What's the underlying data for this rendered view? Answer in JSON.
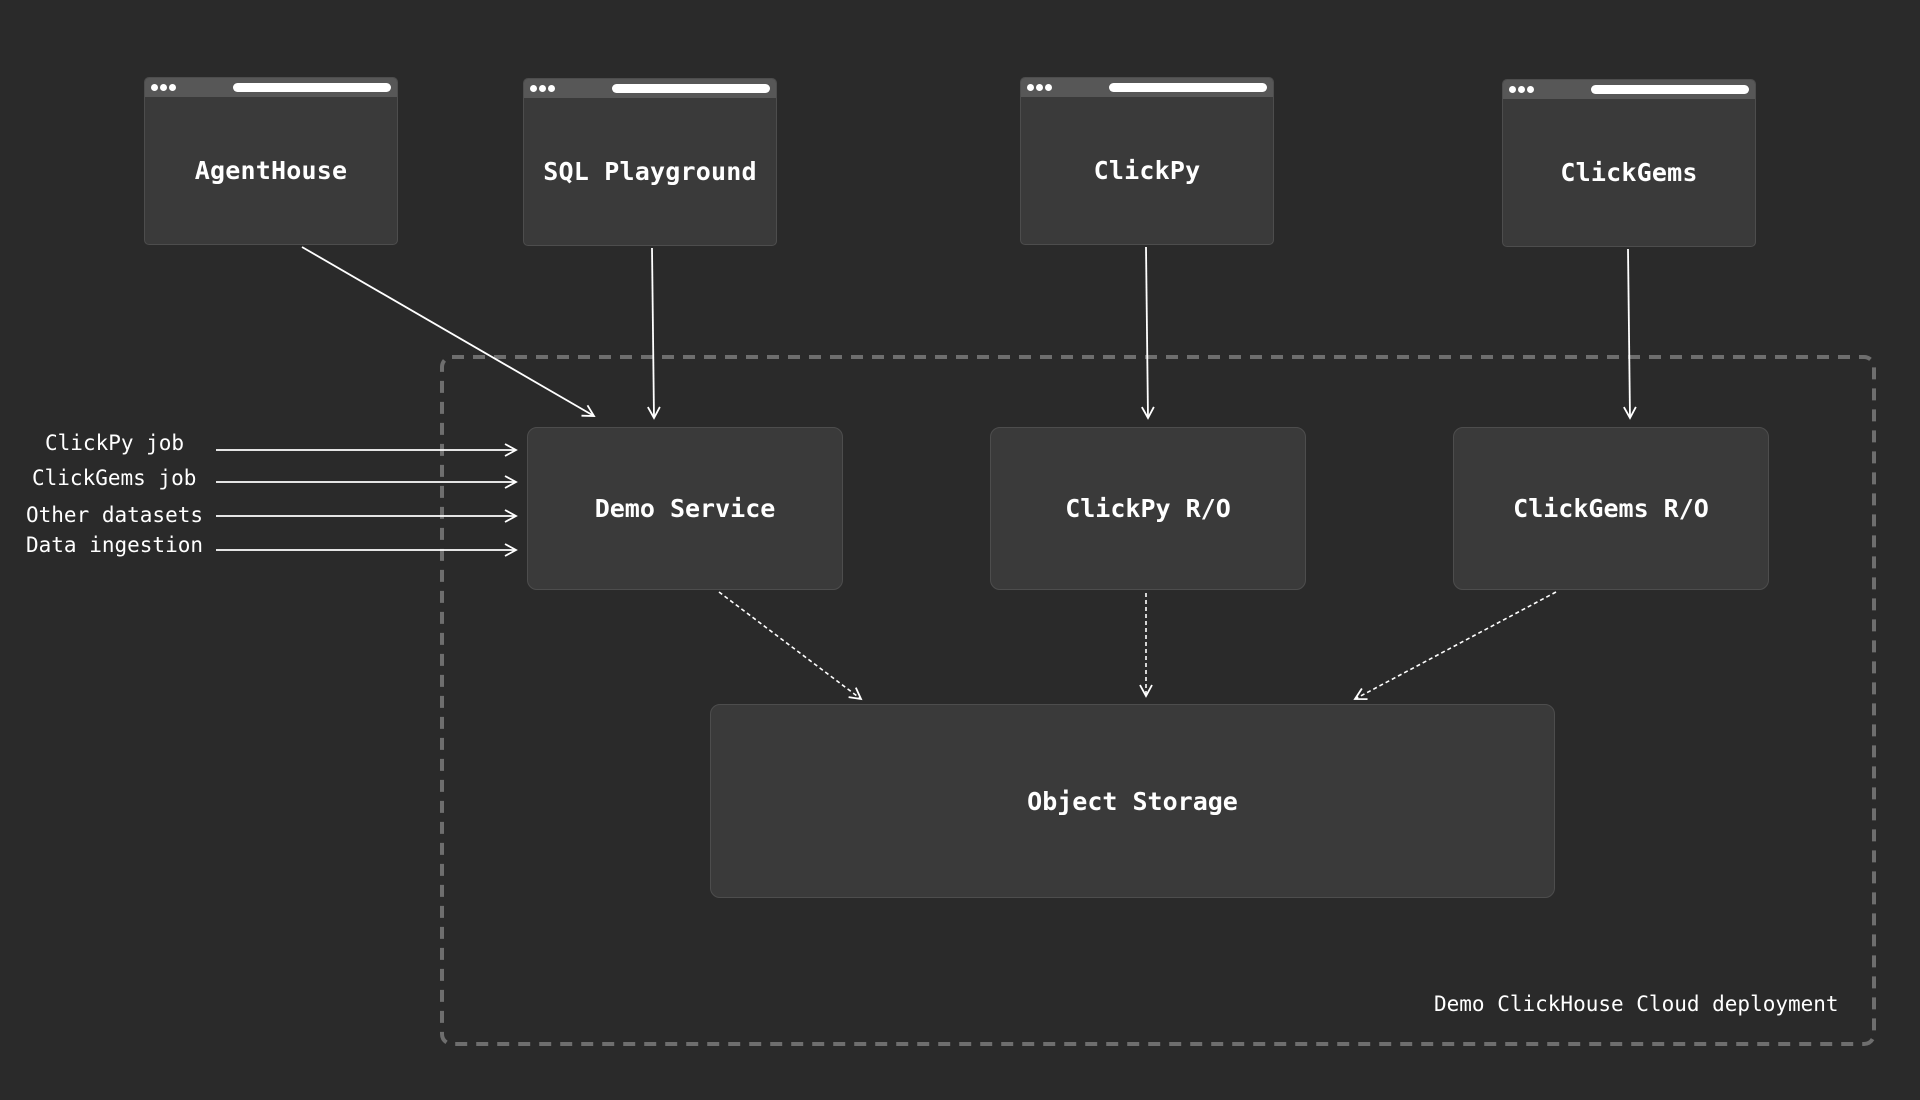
{
  "colors": {
    "background": "#2a2a2a",
    "box_fill": "#3a3a3a",
    "box_border": "#4d4d4d",
    "titlebar": "#575757",
    "boundary": "#6e6e6e",
    "text": "#ffffff"
  },
  "clients": [
    {
      "id": "agenthouse",
      "label": "AgentHouse"
    },
    {
      "id": "sql-playground",
      "label": "SQL Playground"
    },
    {
      "id": "clickpy",
      "label": "ClickPy"
    },
    {
      "id": "clickgems",
      "label": "ClickGems"
    }
  ],
  "services": [
    {
      "id": "demo-service",
      "label": "Demo Service"
    },
    {
      "id": "clickpy-ro",
      "label": "ClickPy R/O"
    },
    {
      "id": "clickgems-ro",
      "label": "ClickGems R/O"
    }
  ],
  "storage": {
    "label": "Object Storage"
  },
  "inputs": [
    {
      "label": "ClickPy job"
    },
    {
      "label": "ClickGems job"
    },
    {
      "label": "Other datasets"
    },
    {
      "label": "Data ingestion"
    }
  ],
  "deployment": {
    "label": "Demo ClickHouse Cloud deployment"
  }
}
